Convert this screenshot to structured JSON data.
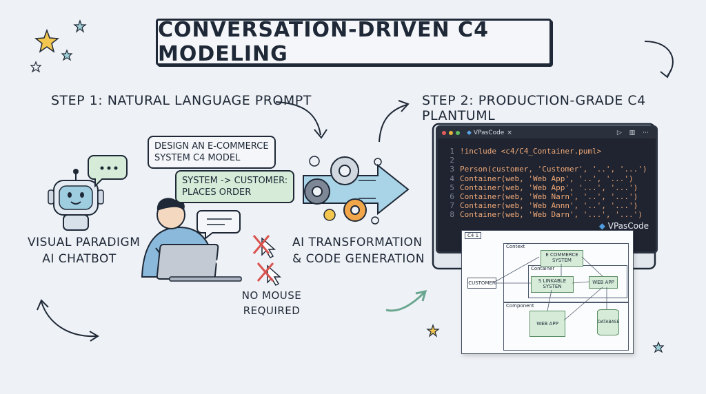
{
  "title": "CONVERSATION-DRIVEN C4 MODELING",
  "step1": "STEP 1: NATURAL LANGUAGE PROMPT",
  "step2": "STEP 2: PRODUCTION-GRADE C4 PLANTUML",
  "chatbot_label": "VISUAL PARADIGM\nAI CHATBOT",
  "bubble_prompt": "DESIGN AN E-COMMERCE\nSYSTEM C4 MODEL",
  "bubble_relation": "SYSTEM -> CUSTOMER:\nPLACES ORDER",
  "no_mouse": "NO MOUSE\nREQUIRED",
  "ai_label": "AI TRANSFORMATION\n& CODE GENERATION",
  "editor": {
    "app_name": "VPasCode",
    "brand": "VPasCode",
    "lines": [
      {
        "n": "1",
        "text": "!include <c4/C4_Container.puml>"
      },
      {
        "n": "2",
        "text": ""
      },
      {
        "n": "3",
        "text": "Person(customer, 'Customer', '..', '...')"
      },
      {
        "n": "4",
        "text": "Container(web, 'Web App', '..', '...')"
      },
      {
        "n": "5",
        "text": "Container(web, 'Web App', '...', '...')"
      },
      {
        "n": "6",
        "text": "Container(web, 'Web Narn', '..', '...')"
      },
      {
        "n": "7",
        "text": "Container(web, 'Web Annn', '..', '...')"
      },
      {
        "n": "8",
        "text": "Container(web, 'Web Darn', '...', '...')"
      }
    ]
  },
  "diagram": {
    "tab": "C4 1",
    "context": "Context",
    "container": "Container",
    "component": "Component",
    "ecommerce": "E COMMERCE\nSYSTEM",
    "linkable": "S LINKABLE\nSYSTEN",
    "customer": "CUSTOMER",
    "webapp_right": "WEB APP",
    "webapp_bottom": "WEB APP",
    "database": "DATABASE"
  }
}
